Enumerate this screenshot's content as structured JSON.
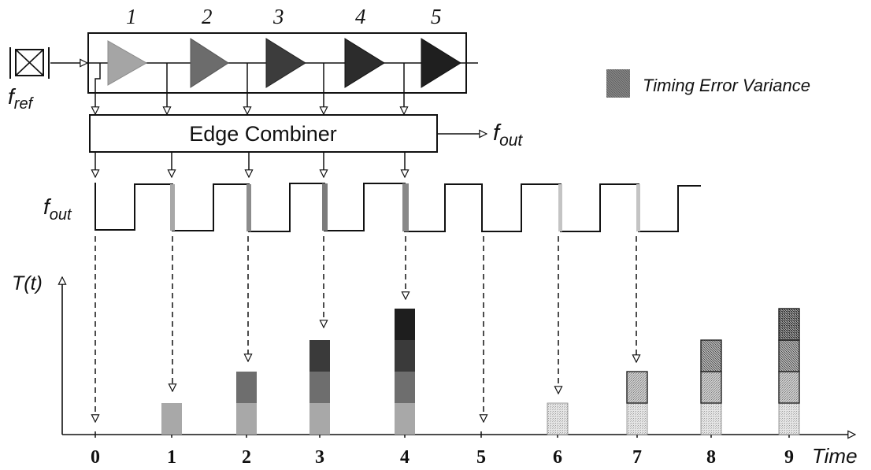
{
  "stage_numbers": [
    "1",
    "2",
    "3",
    "4",
    "5"
  ],
  "fref_main": "f",
  "fref_sub": "ref",
  "combiner_label": "Edge Combiner",
  "fout_main": "f",
  "fout_sub": "out",
  "waveform_main": "f",
  "waveform_sub": "out",
  "legend_label": "Timing Error Variance",
  "y_axis_label": "T(t)",
  "x_axis_label": "Time",
  "x_ticks": [
    "0",
    "1",
    "2",
    "3",
    "4",
    "5",
    "6",
    "7",
    "8",
    "9"
  ],
  "colors": {
    "stage_1": "#a5a5a5",
    "stage_2": "#6c6c6c",
    "stage_3": "#3c3c3c",
    "stage_4": "#2c2c2c",
    "stage_5": "#1f1f1f",
    "edge_1": "#a8a8a8",
    "edge_2": "#8c8c8c",
    "edge_3": "#7c7c7c",
    "edge_4": "#888888",
    "edge_faint": "#c4c4c4"
  },
  "chart_data": {
    "type": "bar",
    "categories": [
      "0",
      "1",
      "2",
      "3",
      "4",
      "5",
      "6",
      "7",
      "8",
      "9"
    ],
    "stacks": [
      [],
      [
        "#a8a8a8"
      ],
      [
        "#a8a8a8",
        "#6e6e6e"
      ],
      [
        "#a8a8a8",
        "#6e6e6e",
        "#3a3a3a"
      ],
      [
        "#a8a8a8",
        "#6e6e6e",
        "#3a3a3a",
        "#1e1e1e"
      ],
      [],
      [
        "hatch-light"
      ],
      [
        "hatch-light",
        "hatch-mid"
      ],
      [
        "hatch-light",
        "hatch-mid",
        "hatch-dark"
      ],
      [
        "hatch-light",
        "hatch-mid",
        "hatch-dark",
        "hatch-darker"
      ]
    ],
    "xlabel": "Time",
    "ylabel": "T(t)"
  }
}
